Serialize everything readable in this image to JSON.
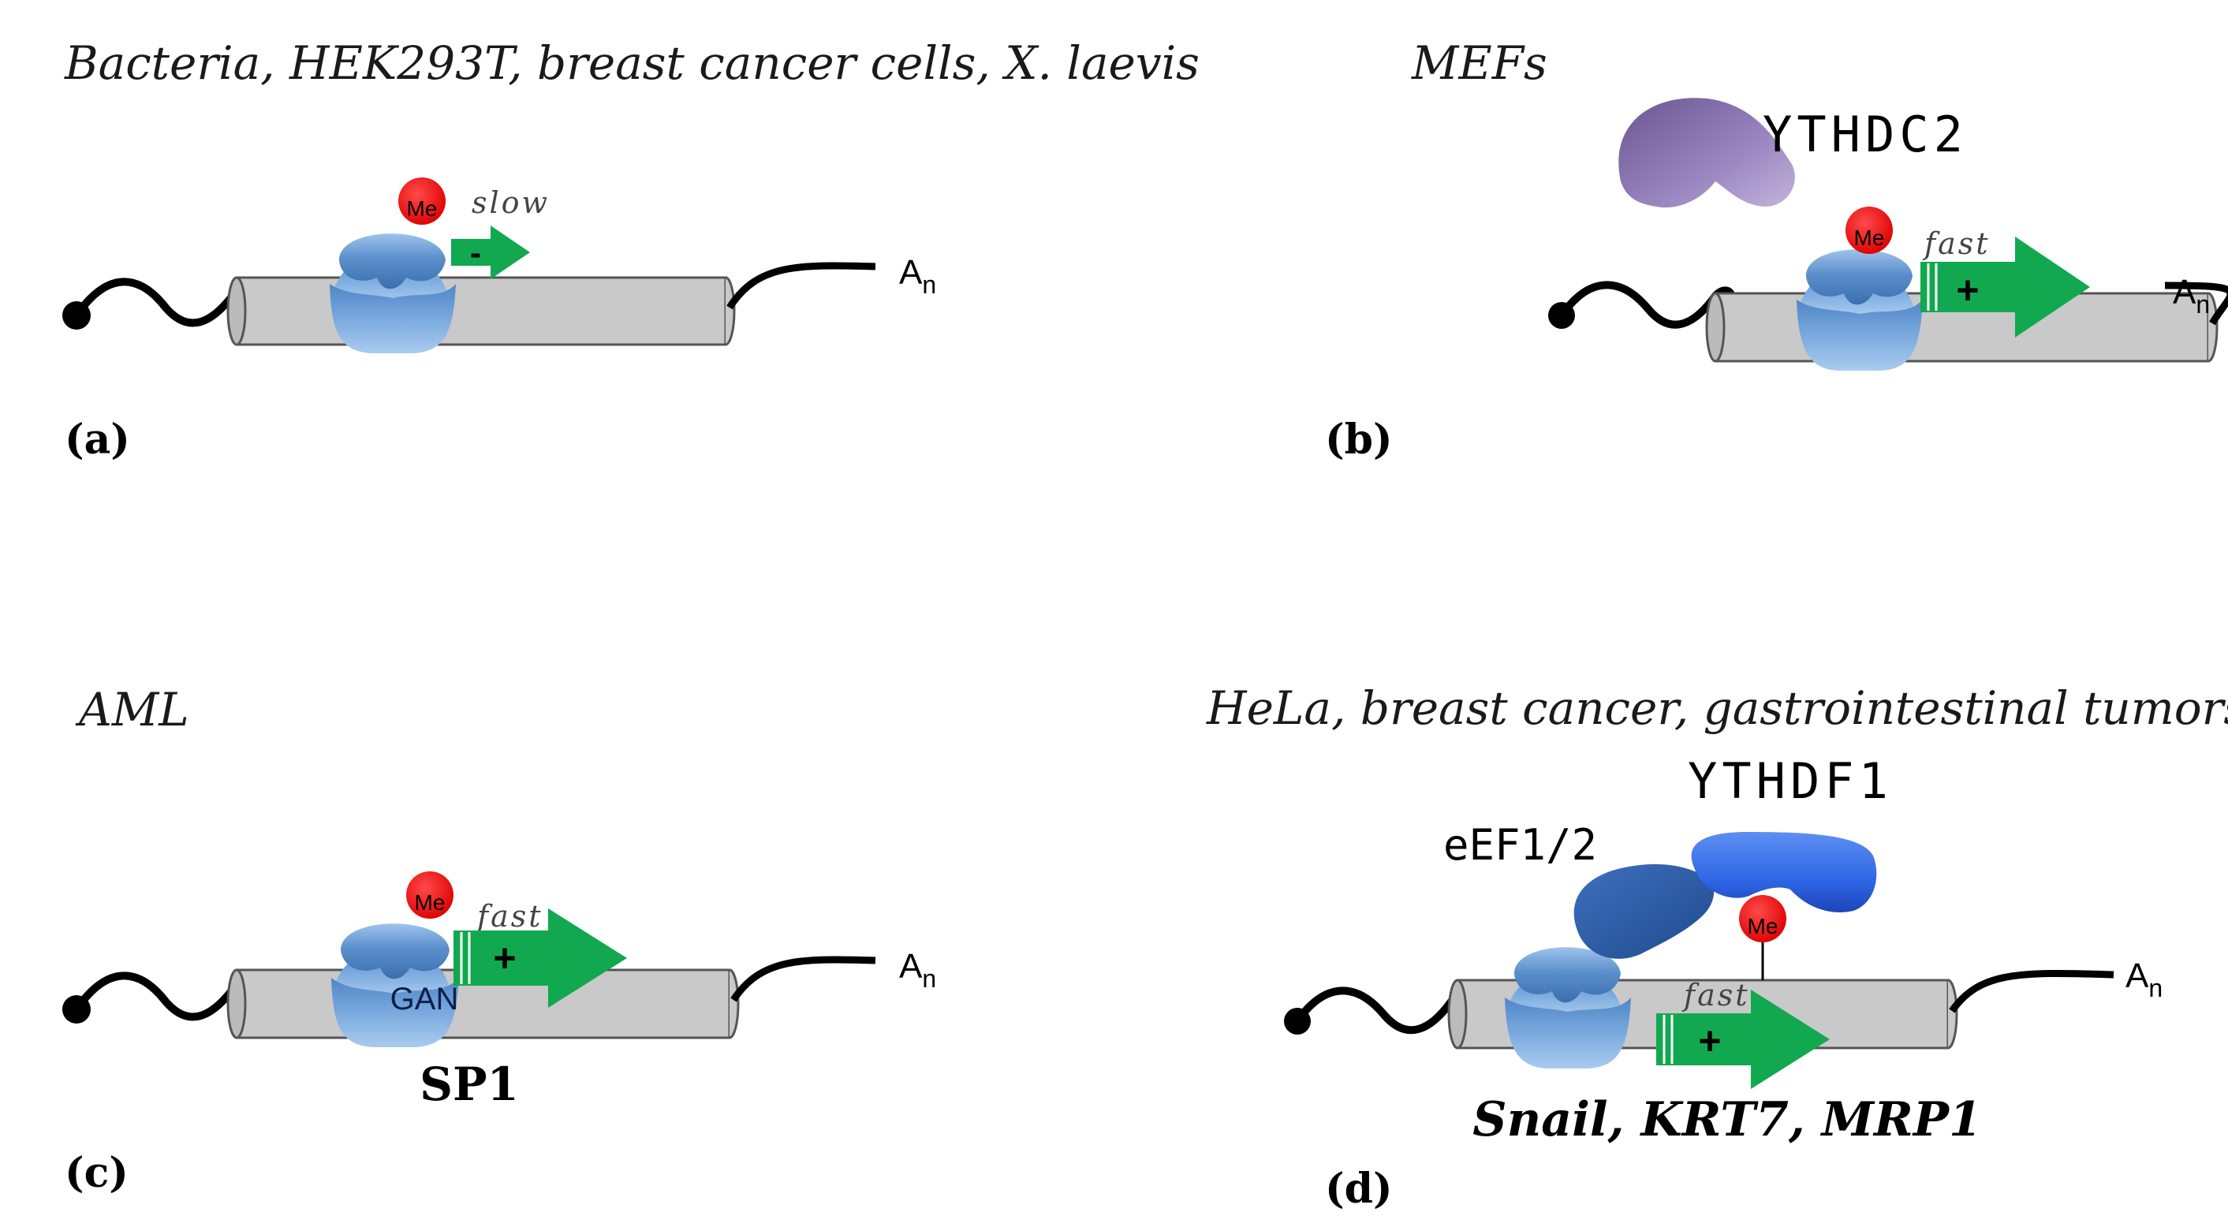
{
  "panels": {
    "a": {
      "label": "(a)",
      "context": "Bacteria, HEK293T, breast cancer cells, X. laevis",
      "speed": "slow",
      "effect": "-",
      "me": "Me",
      "tail": "A",
      "tail_sub": "n"
    },
    "b": {
      "label": "(b)",
      "context": "MEFs",
      "reader": "YTHDC2",
      "speed": "fast",
      "effect": "+",
      "me": "Me",
      "tail": "A",
      "tail_sub": "n"
    },
    "c": {
      "label": "(c)",
      "context": "AML",
      "speed": "fast",
      "effect": "+",
      "me": "Me",
      "codon": "GAN",
      "target": "SP1",
      "tail": "A",
      "tail_sub": "n"
    },
    "d": {
      "label": "(d)",
      "context": "HeLa, breast cancer, gastrointestinal tumors",
      "reader": "YTHDF1",
      "factor": "eEF1/2",
      "speed": "fast",
      "effect": "+",
      "me": "Me",
      "targets": "Snail, KRT7, MRP1",
      "tail": "A",
      "tail_sub": "n"
    }
  },
  "colors": {
    "ribosome": "#5b8fcc",
    "mrna_body": "#c8c8c8",
    "arrow": "#12a850",
    "methyl": "#ee1111",
    "ythdc2": "#8a78b0",
    "ythdf1": "#2f66e6",
    "eef": "#2a5aa8"
  }
}
